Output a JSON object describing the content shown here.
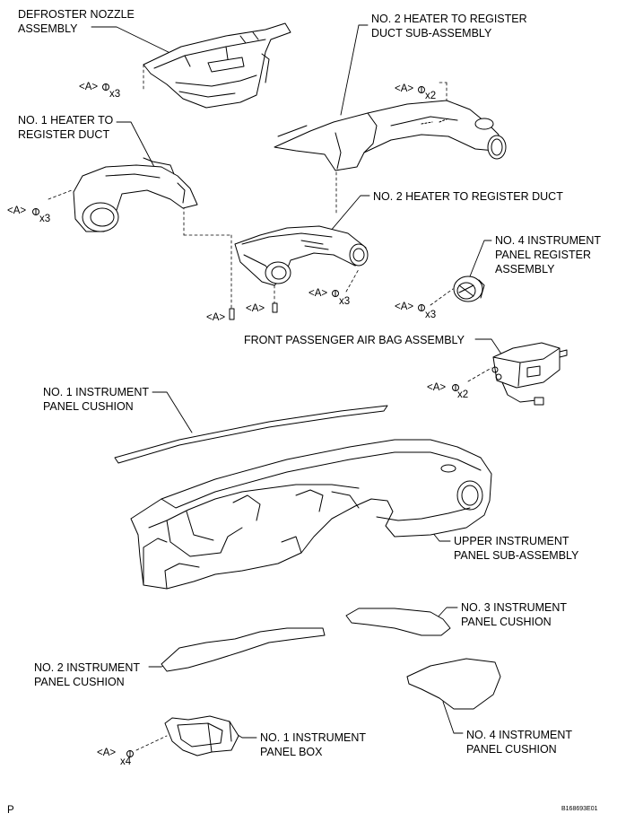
{
  "parts": {
    "defroster_nozzle": {
      "line1": "DEFROSTER NOZZLE",
      "line2": "ASSEMBLY"
    },
    "no2_heater_register_duct_sub": {
      "line1": "NO. 2 HEATER TO REGISTER",
      "line2": "DUCT SUB-ASSEMBLY"
    },
    "no1_heater_register_duct": {
      "line1": "NO. 1 HEATER TO",
      "line2": "REGISTER DUCT"
    },
    "no2_heater_register_duct": {
      "line1": "NO. 2 HEATER TO REGISTER DUCT"
    },
    "no4_instrument_panel_register": {
      "line1": "NO. 4 INSTRUMENT",
      "line2": "PANEL REGISTER",
      "line3": "ASSEMBLY"
    },
    "front_passenger_air_bag": {
      "line1": "FRONT PASSENGER AIR BAG ASSEMBLY"
    },
    "no1_instrument_panel_cushion": {
      "line1": "NO. 1 INSTRUMENT",
      "line2": "PANEL CUSHION"
    },
    "upper_instrument_panel": {
      "line1": "UPPER INSTRUMENT",
      "line2": "PANEL SUB-ASSEMBLY"
    },
    "no3_instrument_panel_cushion": {
      "line1": "NO. 3 INSTRUMENT",
      "line2": "PANEL CUSHION"
    },
    "no2_instrument_panel_cushion": {
      "line1": "NO. 2 INSTRUMENT",
      "line2": "PANEL CUSHION"
    },
    "no4_instrument_panel_cushion": {
      "line1": "NO. 4 INSTRUMENT",
      "line2": "PANEL CUSHION"
    },
    "no1_instrument_panel_box": {
      "line1": "NO. 1 INSTRUMENT",
      "line2": "PANEL BOX"
    }
  },
  "fasteners": {
    "clip_label": "<A>",
    "defroster_qty": "x3",
    "no2_sub_qty": "x2",
    "no1_duct_qty": "x3",
    "no2_duct_qty": "x3",
    "register_qty": "x3",
    "airbag_qty": "x2",
    "box_qty": "x4"
  },
  "footer": {
    "corner_mark": "P",
    "figure_id": "B168693E01"
  }
}
